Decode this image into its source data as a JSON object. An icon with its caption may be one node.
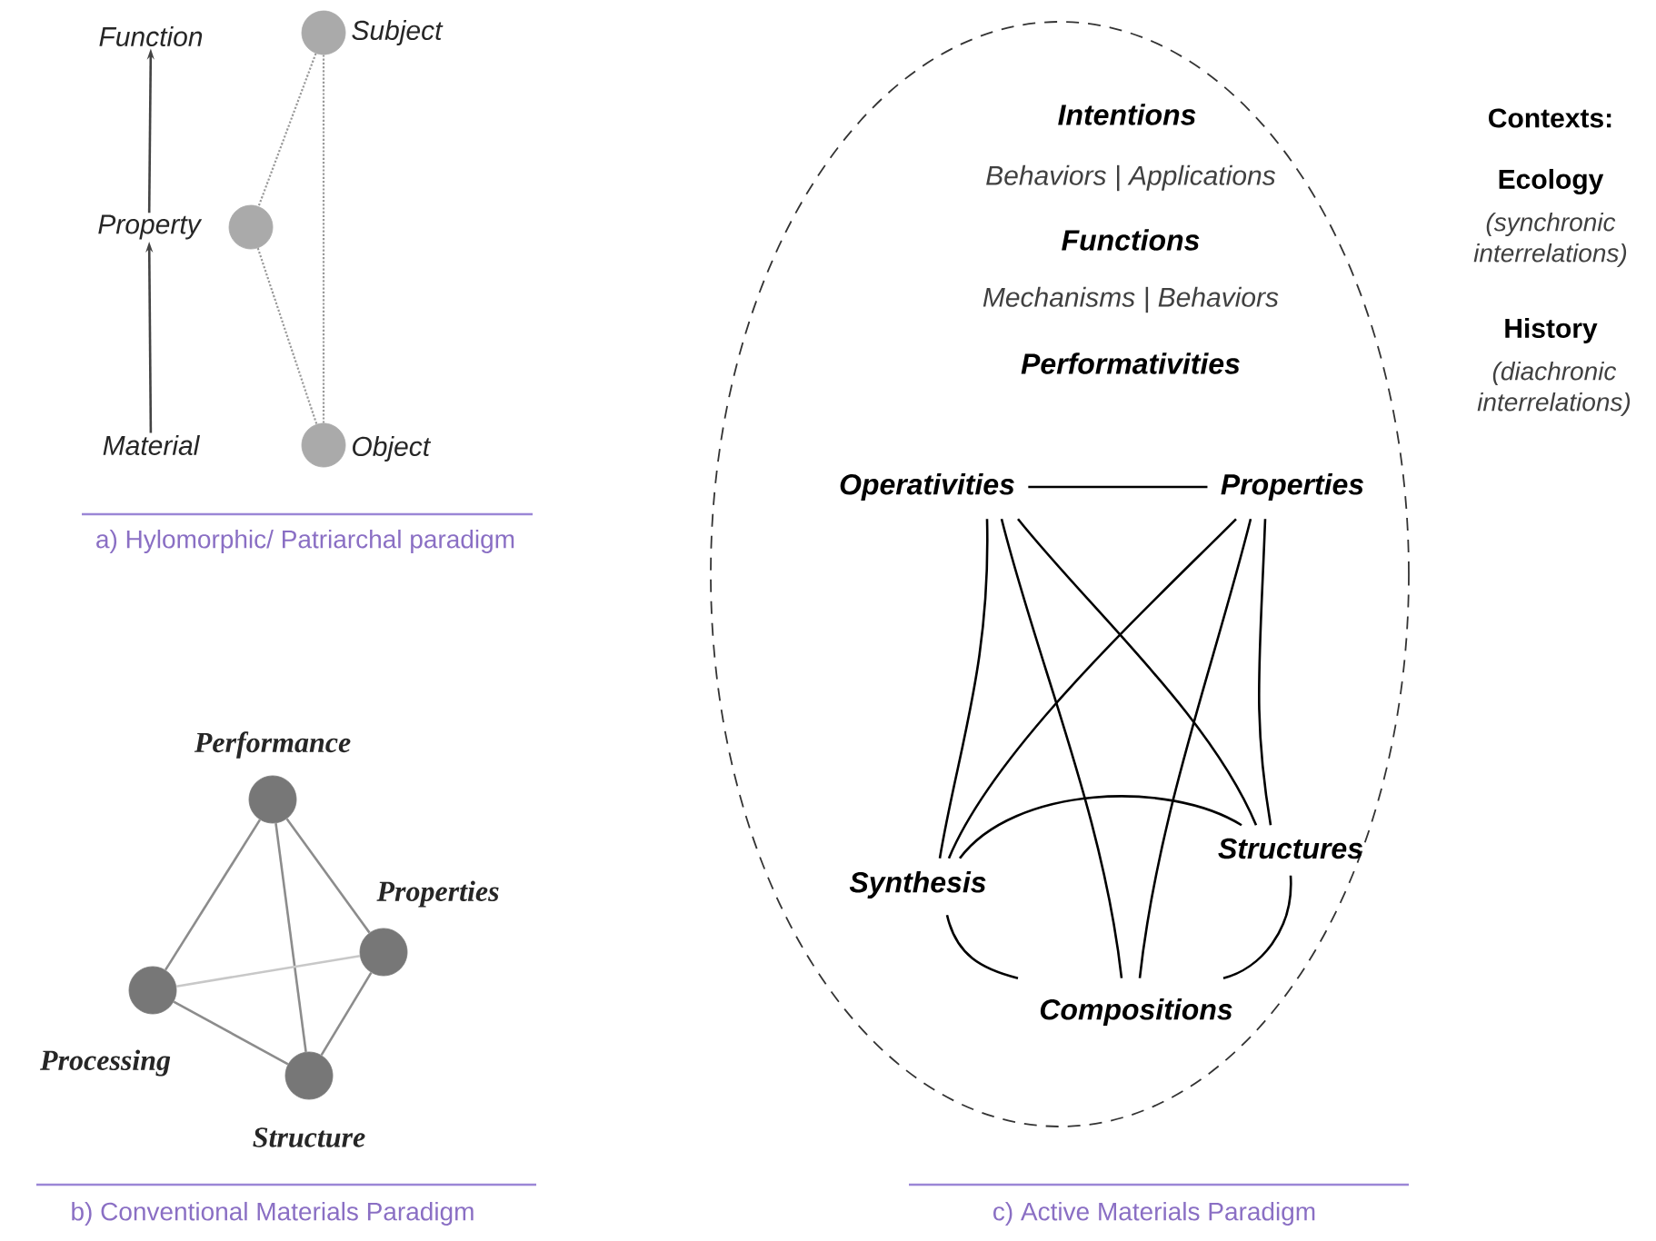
{
  "diagram": {
    "nodes": [
      {
        "text": [
          "Function"
        ]
      },
      {
        "text": [
          "Property"
        ]
      },
      {
        "text": [
          "Material"
        ]
      },
      {
        "text": [],
        "shape": "circle",
        "beside": [
          "Subject"
        ]
      },
      {
        "text": [],
        "shape": "circle"
      },
      {
        "text": [],
        "shape": "circle",
        "beside": [
          "Object"
        ]
      },
      {
        "text": [],
        "shape": "circle",
        "beside": [
          "Performance"
        ]
      },
      {
        "text": [],
        "shape": "circle",
        "beside": [
          "Properties"
        ]
      },
      {
        "text": [],
        "shape": "circle",
        "beside": [
          "Processing"
        ]
      },
      {
        "text": [],
        "shape": "circle",
        "beside": [
          "Structure"
        ]
      },
      {
        "text": [],
        "shape": "ellipse"
      },
      {
        "text": [
          "Operativities"
        ],
        "in": 10
      },
      {
        "text": [
          "Properties"
        ],
        "in": 10
      },
      {
        "text": [
          "Synthesis"
        ],
        "in": 10
      },
      {
        "text": [
          "Structures"
        ],
        "in": 10
      },
      {
        "text": [
          "Compositions"
        ],
        "in": 10
      }
    ],
    "edges": [
      {
        "from": 2,
        "to": 1,
        "arrow": "to",
        "color": "#444444"
      },
      {
        "from": 1,
        "to": 0,
        "arrow": "to",
        "color": "#444444"
      },
      {
        "from": 3,
        "to": 4,
        "arrow": "none",
        "style": "dashed",
        "color": "#999999"
      },
      {
        "from": 4,
        "to": 5,
        "arrow": "none",
        "style": "dashed",
        "color": "#999999"
      },
      {
        "from": 3,
        "to": 5,
        "arrow": "none",
        "style": "dashed",
        "color": "#999999"
      },
      {
        "from": 6,
        "to": 7,
        "arrow": "none",
        "color": "#8c8c8c"
      },
      {
        "from": 6,
        "to": 8,
        "arrow": "none",
        "color": "#8c8c8c"
      },
      {
        "from": 6,
        "to": 9,
        "arrow": "none",
        "color": "#8c8c8c"
      },
      {
        "from": 8,
        "to": 7,
        "arrow": "none",
        "color": "#c8c8c8"
      },
      {
        "from": 8,
        "to": 9,
        "arrow": "none",
        "color": "#8c8c8c"
      },
      {
        "from": 7,
        "to": 9,
        "arrow": "none",
        "color": "#8c8c8c"
      },
      {
        "from": 11,
        "to": 12,
        "arrow": "none"
      },
      {
        "from": 11,
        "to": 13,
        "arrow": "none"
      },
      {
        "from": 11,
        "to": 15,
        "arrow": "none"
      },
      {
        "from": 11,
        "to": 14,
        "arrow": "none"
      },
      {
        "from": 12,
        "to": 13,
        "arrow": "none"
      },
      {
        "from": 12,
        "to": 15,
        "arrow": "none"
      },
      {
        "from": 12,
        "to": 14,
        "arrow": "none"
      },
      {
        "from": 13,
        "to": 14,
        "arrow": "none"
      },
      {
        "from": 13,
        "to": 15,
        "arrow": "none"
      },
      {
        "from": 14,
        "to": 15,
        "arrow": "none"
      }
    ],
    "labels": [
      "a) Hylomorphic/ Patriarchal paradigm",
      "Intentions",
      "Behaviors | Applications",
      "Functions",
      "Mechanisms | Behaviors",
      "Performativities",
      "Contexts:",
      "Ecology",
      "(synchronic interrelations)",
      "History",
      "(diachronic interrelations)",
      "b) Conventional Materials Paradigm",
      "c) Active Materials Paradigm"
    ]
  }
}
